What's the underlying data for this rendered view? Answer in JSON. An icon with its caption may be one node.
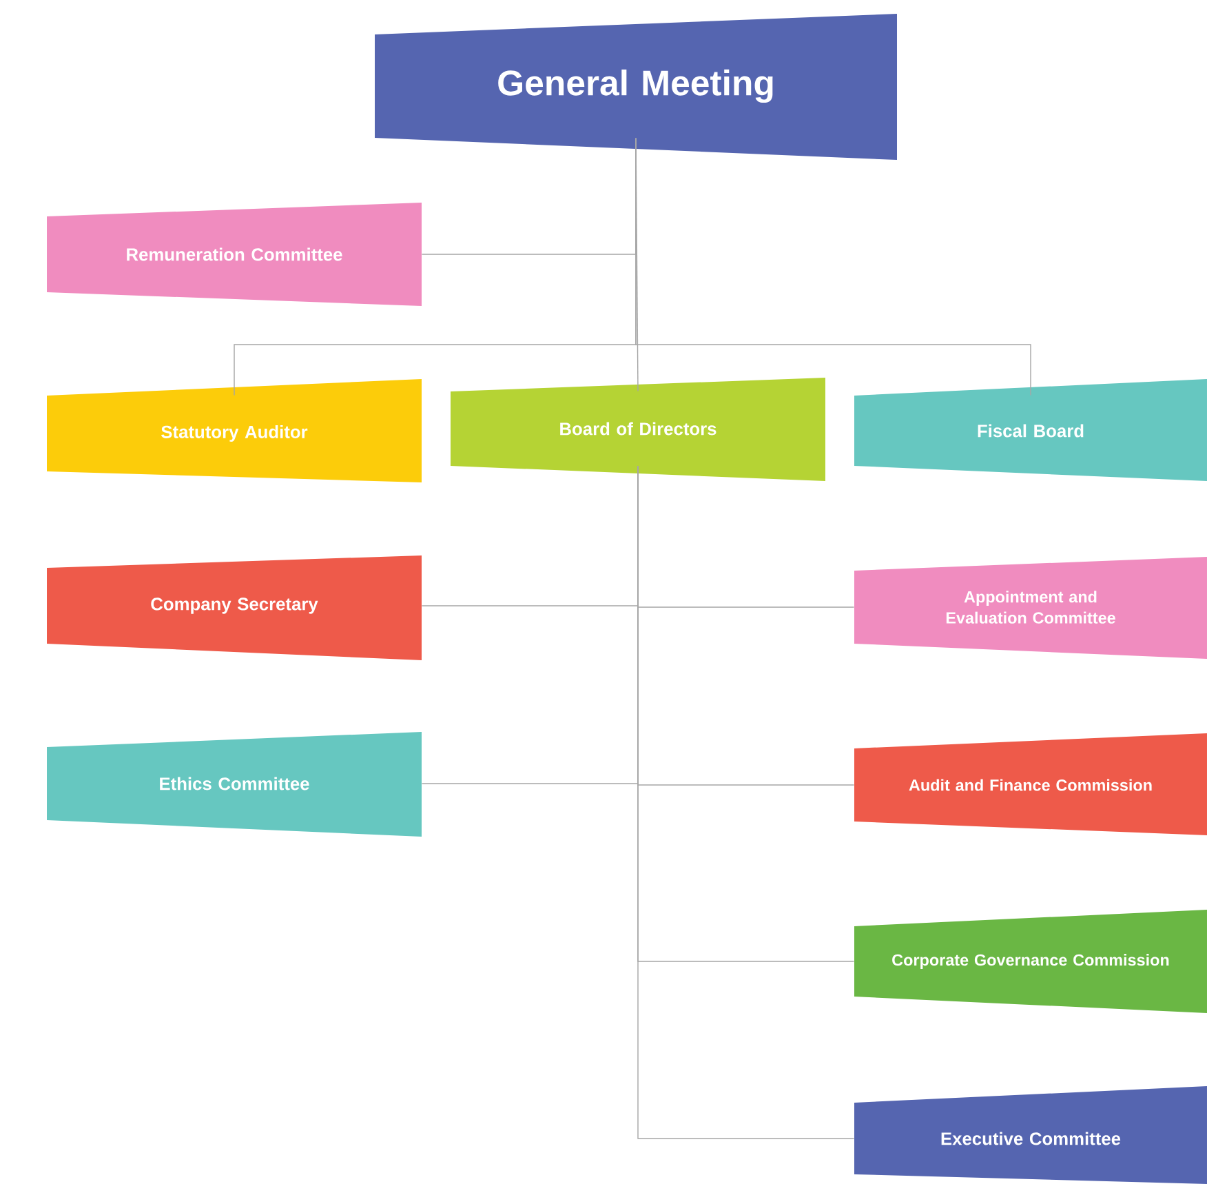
{
  "diagram": {
    "nodes": [
      {
        "text": [
          "General Meeting"
        ]
      },
      {
        "text": [
          "Remuneration Committee"
        ]
      },
      {
        "text": [
          "Statutory Auditor"
        ]
      },
      {
        "text": [
          "Board of Directors"
        ]
      },
      {
        "text": [
          "Fiscal Board"
        ]
      },
      {
        "text": [
          "Company Secretary"
        ]
      },
      {
        "text": [
          "Appointment and Evaluation Committee"
        ]
      },
      {
        "text": [
          "Ethics Committee"
        ]
      },
      {
        "text": [
          "Audit and Finance Commission"
        ]
      },
      {
        "text": [
          "Corporate Governance Commission"
        ]
      },
      {
        "text": [
          "Executive Committee"
        ]
      }
    ],
    "edges": [
      {
        "from": 0,
        "to": 1,
        "arrow": "none"
      },
      {
        "from": 0,
        "to": 2,
        "arrow": "none"
      },
      {
        "from": 0,
        "to": 3,
        "arrow": "none"
      },
      {
        "from": 0,
        "to": 4,
        "arrow": "none"
      },
      {
        "from": 3,
        "to": 5,
        "arrow": "none"
      },
      {
        "from": 3,
        "to": 6,
        "arrow": "none"
      },
      {
        "from": 3,
        "to": 7,
        "arrow": "none"
      },
      {
        "from": 3,
        "to": 8,
        "arrow": "none"
      },
      {
        "from": 3,
        "to": 9,
        "arrow": "none"
      },
      {
        "from": 3,
        "to": 10,
        "arrow": "none"
      }
    ]
  }
}
